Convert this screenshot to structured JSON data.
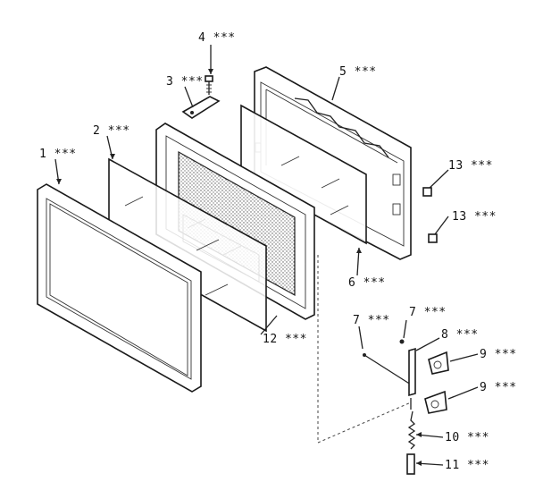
{
  "callouts": [
    {
      "id": "c1",
      "text": "1 ***"
    },
    {
      "id": "c2",
      "text": "2 ***"
    },
    {
      "id": "c3",
      "text": "3 ***"
    },
    {
      "id": "c4",
      "text": "4 ***"
    },
    {
      "id": "c5",
      "text": "5 ***"
    },
    {
      "id": "c6",
      "text": "6 ***"
    },
    {
      "id": "c7a",
      "text": "7 ***"
    },
    {
      "id": "c7b",
      "text": "7 ***"
    },
    {
      "id": "c8",
      "text": "8 ***"
    },
    {
      "id": "c9a",
      "text": "9 ***"
    },
    {
      "id": "c9b",
      "text": "9 ***"
    },
    {
      "id": "c10",
      "text": "10 ***"
    },
    {
      "id": "c11",
      "text": "11 ***"
    },
    {
      "id": "c12",
      "text": "12 ***"
    },
    {
      "id": "c13a",
      "text": "13 ***"
    },
    {
      "id": "c13b",
      "text": "13 ***"
    }
  ]
}
